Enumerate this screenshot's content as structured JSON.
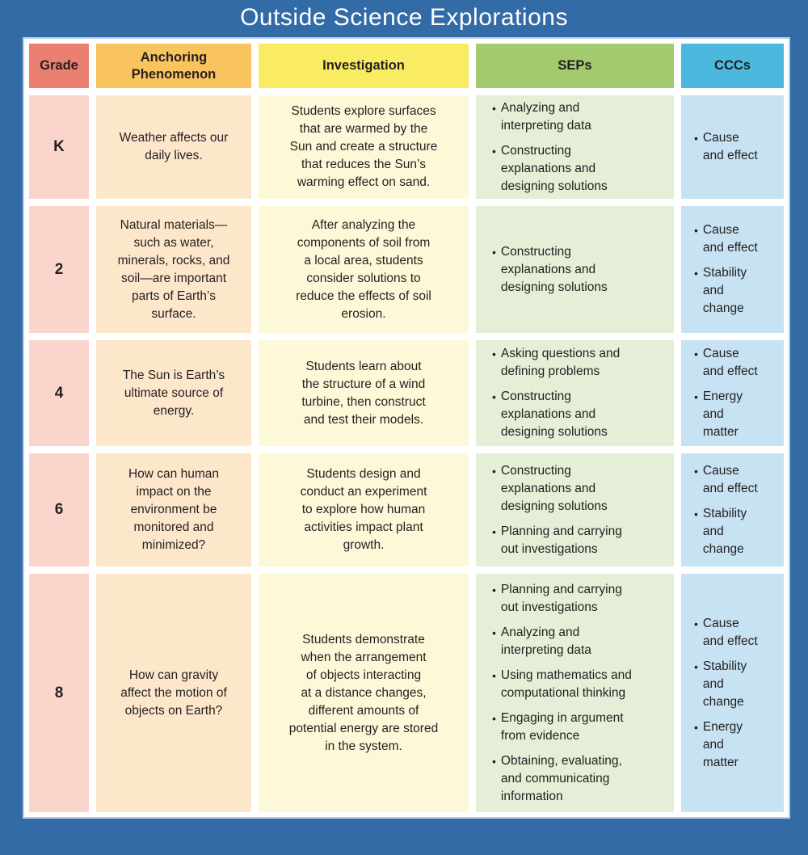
{
  "title": "Outside Science Explorations",
  "ui": {
    "bullet": "•"
  },
  "colors": {
    "background_blue": "#336BA7",
    "panel_white": "#FFFFFF",
    "header_grade": "#EB7F72",
    "header_anchoring": "#F9C45E",
    "header_investigation": "#F9EC63",
    "header_seps": "#A4CA6E",
    "header_cccs": "#4DB8DD",
    "body_grade": "#FAD5CC",
    "body_anchoring": "#FCE7CB",
    "body_investigation": "#FDF9D8",
    "body_seps": "#E5EED6",
    "body_cccs": "#C7E2F3",
    "text": "#231F20",
    "title_text": "#FFFFFF"
  },
  "columns": [
    {
      "label": "Grade"
    },
    {
      "label": "Anchoring\nPhenomenon"
    },
    {
      "label": "Investigation"
    },
    {
      "label": "SEPs"
    },
    {
      "label": "CCCs"
    }
  ],
  "rows": [
    {
      "grade": "K",
      "anchoring_phenomenon": "Weather affects our\ndaily lives.",
      "investigation": "Students explore surfaces\nthat are warmed by the\nSun and create a structure\nthat reduces the Sun’s\nwarming effect on sand.",
      "seps": [
        "Analyzing and\ninterpreting data",
        "Constructing\nexplanations and\ndesigning solutions"
      ],
      "cccs": [
        "Cause\nand effect"
      ]
    },
    {
      "grade": "2",
      "anchoring_phenomenon": "Natural materials—\nsuch as water,\nminerals, rocks, and\nsoil—are important\nparts of Earth’s\nsurface.",
      "investigation": "After analyzing the\ncomponents of soil from\na local area, students\nconsider solutions to\nreduce the effects of soil\nerosion.",
      "seps": [
        "Constructing\nexplanations and\ndesigning solutions"
      ],
      "cccs": [
        "Cause\nand effect",
        "Stability\nand\nchange"
      ]
    },
    {
      "grade": "4",
      "anchoring_phenomenon": "The Sun is Earth’s\nultimate source of\nenergy.",
      "investigation": "Students learn about\nthe structure of a wind\nturbine, then construct\nand test their models.",
      "seps": [
        "Asking questions and\ndefining problems",
        "Constructing\nexplanations and\ndesigning solutions"
      ],
      "cccs": [
        "Cause\nand effect",
        "Energy\nand\nmatter"
      ]
    },
    {
      "grade": "6",
      "anchoring_phenomenon": "How can human\nimpact on the\nenvironment be\nmonitored and\nminimized?",
      "investigation": "Students design and\nconduct an experiment\nto explore how human\nactivities impact plant\ngrowth.",
      "seps": [
        "Constructing\nexplanations and\ndesigning solutions",
        "Planning and carrying\nout investigations"
      ],
      "cccs": [
        "Cause\nand effect",
        "Stability\nand\nchange"
      ]
    },
    {
      "grade": "8",
      "anchoring_phenomenon": "How can gravity\naffect the motion of\nobjects on Earth?",
      "investigation": "Students demonstrate\nwhen the arrangement\nof objects interacting\nat a distance changes,\ndifferent amounts of\npotential energy are stored\nin the system.",
      "seps": [
        "Planning and carrying\nout investigations",
        "Analyzing and\ninterpreting data",
        "Using mathematics and\ncomputational thinking",
        "Engaging in argument\nfrom evidence",
        "Obtaining, evaluating,\nand communicating\ninformation"
      ],
      "cccs": [
        "Cause\nand effect",
        "Stability\nand\nchange",
        "Energy\nand\nmatter"
      ]
    }
  ]
}
